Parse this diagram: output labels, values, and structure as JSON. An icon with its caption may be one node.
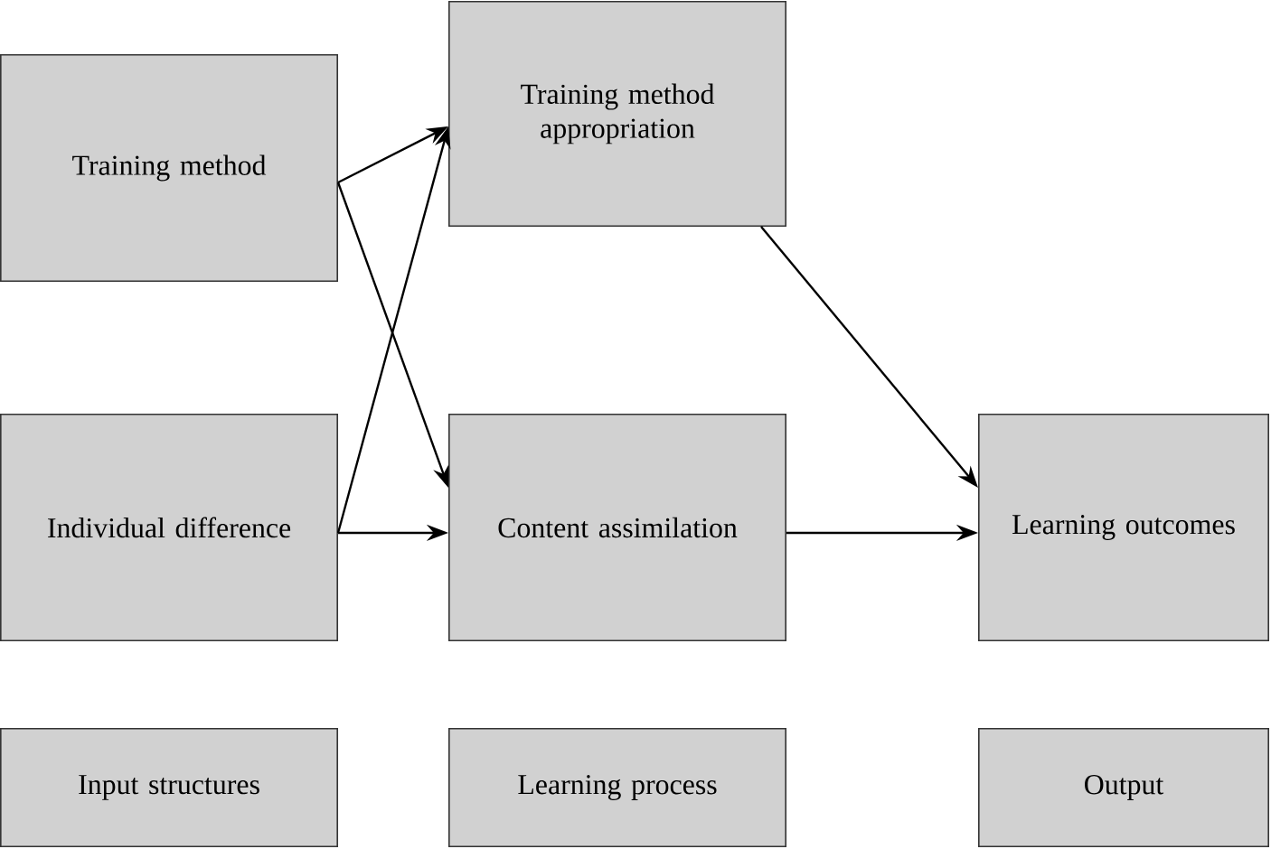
{
  "diagram": {
    "nodes": [
      {
        "text": [
          "Training method"
        ]
      },
      {
        "text": [
          "Individual difference"
        ]
      },
      {
        "text": [
          "Training method appropriation"
        ]
      },
      {
        "text": [
          "Content assimilation"
        ]
      },
      {
        "text": [
          "Learning outcomes"
        ]
      },
      {
        "text": [
          "Input structures"
        ]
      },
      {
        "text": [
          "Learning process"
        ]
      },
      {
        "text": [
          "Output"
        ]
      }
    ],
    "edges": [
      {
        "from": 0,
        "to": 2,
        "arrow": "to"
      },
      {
        "from": 0,
        "to": 3,
        "arrow": "to"
      },
      {
        "from": 1,
        "to": 2,
        "arrow": "to"
      },
      {
        "from": 1,
        "to": 3,
        "arrow": "to"
      },
      {
        "from": 2,
        "to": 4,
        "arrow": "to"
      },
      {
        "from": 3,
        "to": 4,
        "arrow": "to"
      }
    ]
  }
}
